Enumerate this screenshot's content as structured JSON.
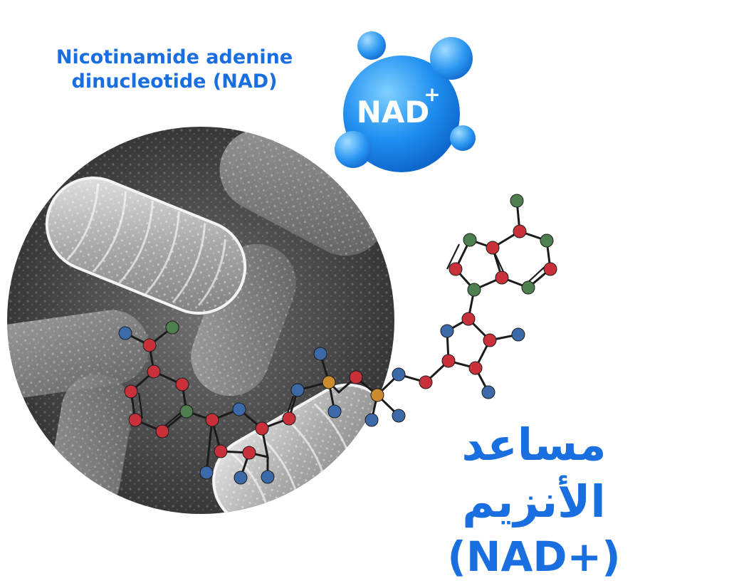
{
  "heading_en": {
    "line1": "Nicotinamide adenine",
    "line2": "dinucleotide (NAD)"
  },
  "badge": {
    "text": "NAD",
    "superscript": "+"
  },
  "heading_ar": {
    "arabic": "مساعد الأنزيم",
    "symbol": "(NAD+)"
  },
  "colors": {
    "accent_blue": "#1a6fe0",
    "atom_red": "#c8303a",
    "atom_blue": "#3c6aa8",
    "atom_green": "#4e7f4f",
    "atom_orange": "#cc8a2e"
  },
  "icons": [
    "nad-molecule-badge-icon",
    "mitochondria-micrograph",
    "nad-molecule-structure"
  ]
}
